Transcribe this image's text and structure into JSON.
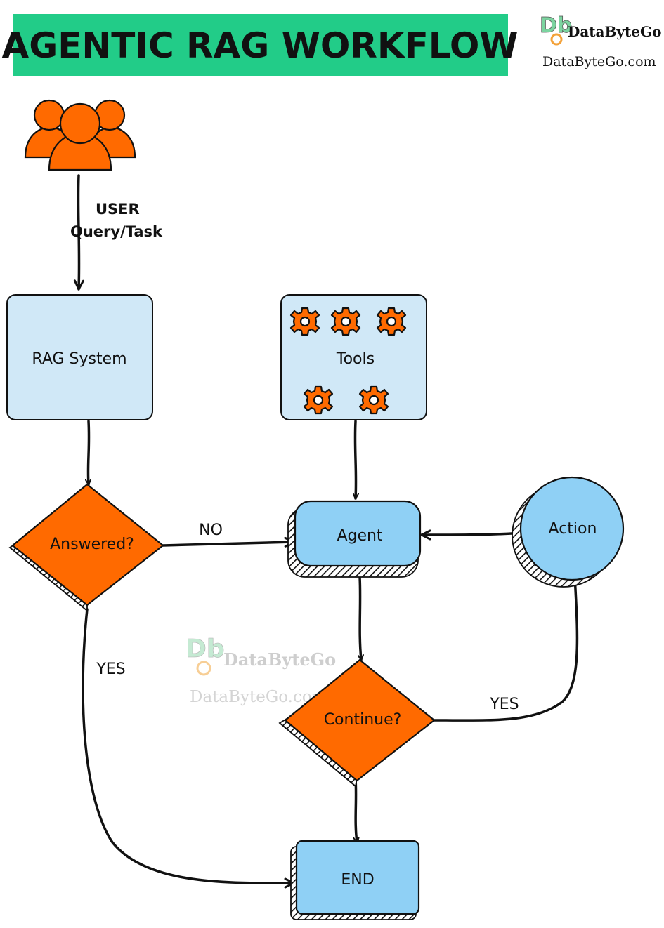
{
  "title": "AGENTIC RAG WORKFLOW",
  "brand": {
    "logo_letters": "Db",
    "name": "DataByteGo",
    "url": "DataByteGo.com"
  },
  "watermark": {
    "name": "DataByteGo",
    "url": "DataByteGo.com"
  },
  "user": {
    "icon": "users-group-icon",
    "label_line1": "USER",
    "label_line2": "Query/Task"
  },
  "nodes": {
    "rag_system": "RAG System",
    "tools": "Tools",
    "answered": "Answered?",
    "agent": "Agent",
    "action": "Action",
    "continue": "Continue?",
    "end": "END"
  },
  "edge_labels": {
    "answered_no": "NO",
    "answered_yes": "YES",
    "continue_yes": "YES"
  },
  "colors": {
    "title_bg": "#22cc88",
    "light_blue": "#d0e8f7",
    "sky_blue": "#8fd0f5",
    "orange": "#ff6a00",
    "ink": "#111111"
  }
}
